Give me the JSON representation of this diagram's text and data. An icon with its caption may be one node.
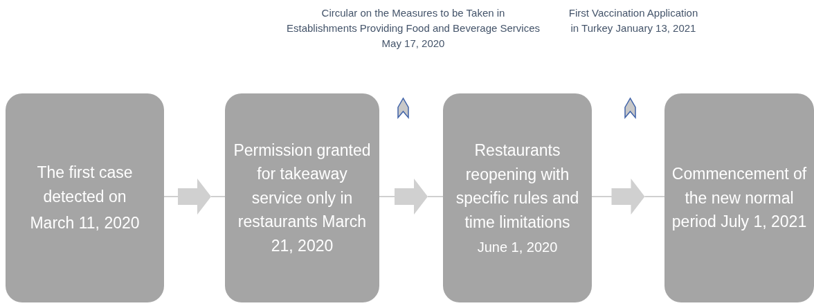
{
  "diagram": {
    "nodes": [
      {
        "text": [
          "The first case detected on",
          "March 11, 2020"
        ]
      },
      {
        "text": [
          "Permission granted for takeaway service only in restaurants March 21, 2020"
        ]
      },
      {
        "text": [
          "Restaurants reopening with specific rules and time limitations",
          "June 1, 2020"
        ]
      },
      {
        "text": [
          "Commencement of the new normal period July 1, 2021"
        ]
      }
    ],
    "edges": [
      {
        "from": 0,
        "to": 1,
        "arrow": "to"
      },
      {
        "from": 1,
        "to": 2,
        "arrow": "to"
      },
      {
        "from": 2,
        "to": 3,
        "arrow": "to"
      }
    ],
    "labels": [
      "Circular on the Measures to be Taken in Establishments Providing Food and Beverage Services May 17, 2020",
      "First Vaccination Application in Turkey January 13, 2021"
    ]
  }
}
